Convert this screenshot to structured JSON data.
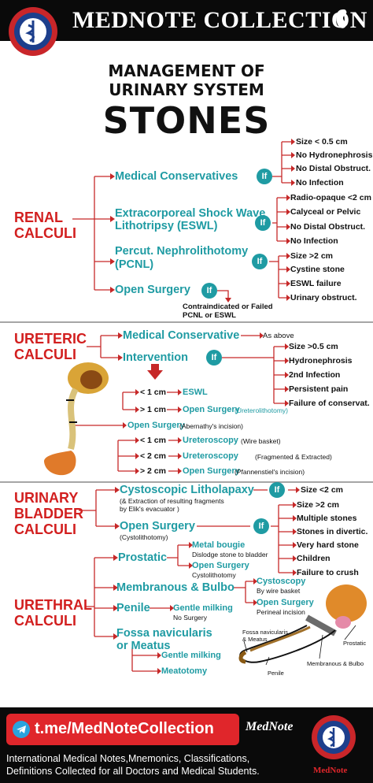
{
  "header": {
    "title": "MEDNOTE COLLECTION"
  },
  "title": {
    "line1": "MANAGEMENT OF",
    "line2": "URINARY SYSTEM",
    "line3": "STONES"
  },
  "renal": {
    "label": "RENAL\nCALCULI",
    "medical": {
      "label": "Medical Conservatives",
      "items": [
        "Size < 0.5   cm",
        "No Hydronephrosis",
        "No Distal Obstruct.",
        "No Infection"
      ]
    },
    "eswl": {
      "label1": "Extracorporeal Shock Wave",
      "label2": "Lithotripsy (ESWL)",
      "items": [
        "Radio-opaque <2 cm",
        "Calyceal or Pelvic",
        "No Distal Obstruct.",
        "No Infection"
      ]
    },
    "pcnl": {
      "label1": "Percut. Nephrolithotomy",
      "label2": "(PCNL)",
      "items": [
        "Size >2 cm",
        "Cystine stone",
        "ESWL failure",
        "Urinary obstruct."
      ]
    },
    "open": {
      "label": "Open Surgery",
      "note1": "Contraindicated or Failed",
      "note2": "PCNL or ESWL"
    }
  },
  "ureteric": {
    "label": "URETERIC\nCALCULI",
    "medical": {
      "label": "Medical Conservative",
      "note": "As above"
    },
    "intervention": {
      "label": "Intervention",
      "items": [
        "Size >0.5    cm",
        "Hydronephrosis",
        "2nd Infection",
        "Persistent pain",
        "Failure of conservat."
      ]
    },
    "upper": [
      {
        "size": "< 1 cm",
        "proc": "ESWL",
        "note": ""
      },
      {
        "size": "> 1 cm",
        "proc": "Open Surgery",
        "note": "(Ureterolithotomy)"
      }
    ],
    "middle": {
      "proc": "Open Surgery",
      "note": "(Abernathy's incision)"
    },
    "lower": [
      {
        "size": "< 1 cm",
        "proc": "Ureteroscopy",
        "note": "(Wire basket)"
      },
      {
        "size": "< 2 cm",
        "proc": "Ureteroscopy",
        "note": "(Fragmented & Extracted)"
      },
      {
        "size": "> 2 cm",
        "proc": "Open Surgery",
        "note": "(Pfannenstiel's incision)"
      }
    ]
  },
  "bladder": {
    "label": "URINARY\nBLADDER\nCALCULI",
    "cysto": {
      "label": "Cystoscopic Litholapaxy",
      "note1": "(& Extraction of resulting fragments",
      "note2": "by Elik's evacuator )",
      "item": "Size <2 cm"
    },
    "open": {
      "label": "Open Surgery",
      "note": "(Cystolithotomy)",
      "items": [
        "Size >2 cm",
        "Multiple stones",
        "Stones in divertic.",
        "Very hard stone",
        "Children",
        "Failure to crush"
      ]
    }
  },
  "urethral": {
    "label": "URETHRAL\nCALCULI",
    "prostatic": {
      "label": "Prostatic",
      "opt1": "Metal bougie",
      "opt1_note": "Dislodge stone to bladder",
      "opt2": "Open Surgery",
      "opt2_note": "Cystolithotomy"
    },
    "membranous": {
      "label": "Membranous & Bulbo",
      "opt1": "Cystoscopy",
      "opt1_note": "By wire basket",
      "opt2": "Open Surgery",
      "opt2_note": "Perineal incision"
    },
    "penile": {
      "label": "Penile",
      "opt": "Gentle milking",
      "opt_note": "No Surgery"
    },
    "fossa": {
      "label1": "Fossa navicularis",
      "label2": "or Meatus",
      "opt1": "Gentle milking",
      "opt2": "Meatotomy"
    },
    "diagram": {
      "fossa1": "Fossa navicularis",
      "fossa2": "& Meatus",
      "prostatic": "Prostatic",
      "penile": "Penile",
      "membranous": "Membranous & Bulbo"
    }
  },
  "if_label": "If",
  "footer": {
    "telegram": "t.me/MedNoteCollection",
    "brand": "MedNote",
    "brand2": "MedNote",
    "line1": "International Medical Notes,Mnemonics, Classifications,",
    "line2": "Definitions Collected for all Doctors and Medical Students."
  },
  "colors": {
    "accent": "#1f9ba3",
    "red": "#d21f1f",
    "dark": "#0a0a0a"
  }
}
